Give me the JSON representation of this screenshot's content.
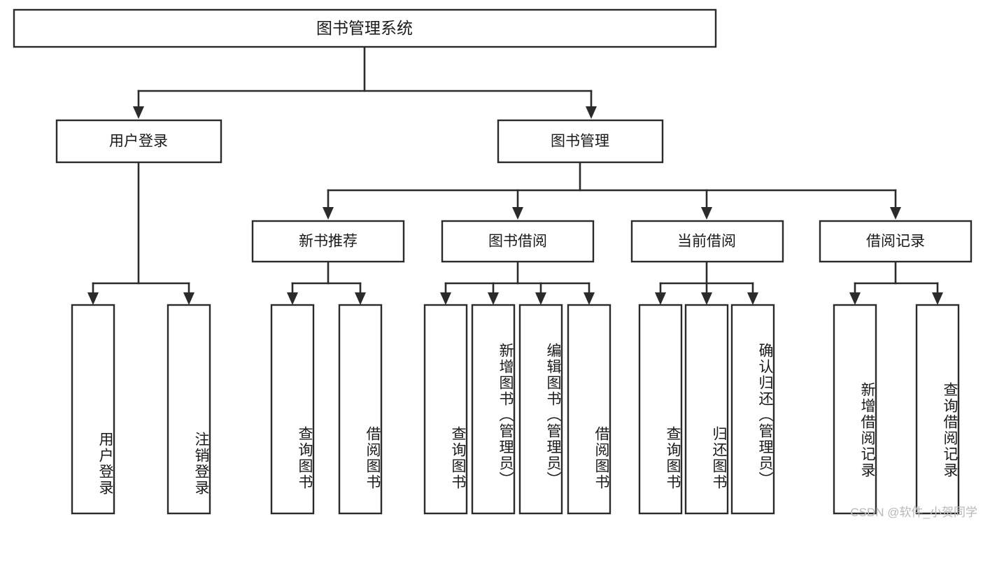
{
  "diagram": {
    "type": "tree-hierarchy",
    "title": "图书管理系统",
    "watermark": "CSDN @软件_小贺同学",
    "colors": {
      "box_fill": "#ffffff",
      "box_stroke": "#2b2b2b",
      "text": "#1a1a1a",
      "background": "#ffffff",
      "watermark_text": "#b9b9b9"
    },
    "root": {
      "label": "图书管理系统",
      "orientation": "horizontal"
    },
    "level2": [
      {
        "label": "用户登录",
        "orientation": "horizontal"
      },
      {
        "label": "图书管理",
        "orientation": "horizontal"
      }
    ],
    "level3": [
      {
        "label": "新书推荐",
        "orientation": "horizontal",
        "parent": "图书管理"
      },
      {
        "label": "图书借阅",
        "orientation": "horizontal",
        "parent": "图书管理"
      },
      {
        "label": "当前借阅",
        "orientation": "horizontal",
        "parent": "图书管理"
      },
      {
        "label": "借阅记录",
        "orientation": "horizontal",
        "parent": "图书管理"
      }
    ],
    "leaves": {
      "user_login": [
        {
          "label": "用户登录",
          "orientation": "vertical"
        },
        {
          "label": "注销登录",
          "orientation": "vertical"
        }
      ],
      "new_book_recommend": [
        {
          "label": "查询图书",
          "orientation": "vertical"
        },
        {
          "label": "借阅图书",
          "orientation": "vertical"
        }
      ],
      "book_borrow": [
        {
          "label": "查询图书",
          "orientation": "vertical"
        },
        {
          "label": "新增图书（管理员）",
          "orientation": "vertical"
        },
        {
          "label": "编辑图书（管理员）",
          "orientation": "vertical"
        },
        {
          "label": "借阅图书",
          "orientation": "vertical"
        }
      ],
      "current_borrow": [
        {
          "label": "查询图书",
          "orientation": "vertical"
        },
        {
          "label": "归还图书",
          "orientation": "vertical"
        },
        {
          "label": "确认归还（管理员）",
          "orientation": "vertical"
        }
      ],
      "borrow_record": [
        {
          "label": "新增借阅记录",
          "orientation": "vertical"
        },
        {
          "label": "查询借阅记录",
          "orientation": "vertical"
        }
      ]
    }
  }
}
